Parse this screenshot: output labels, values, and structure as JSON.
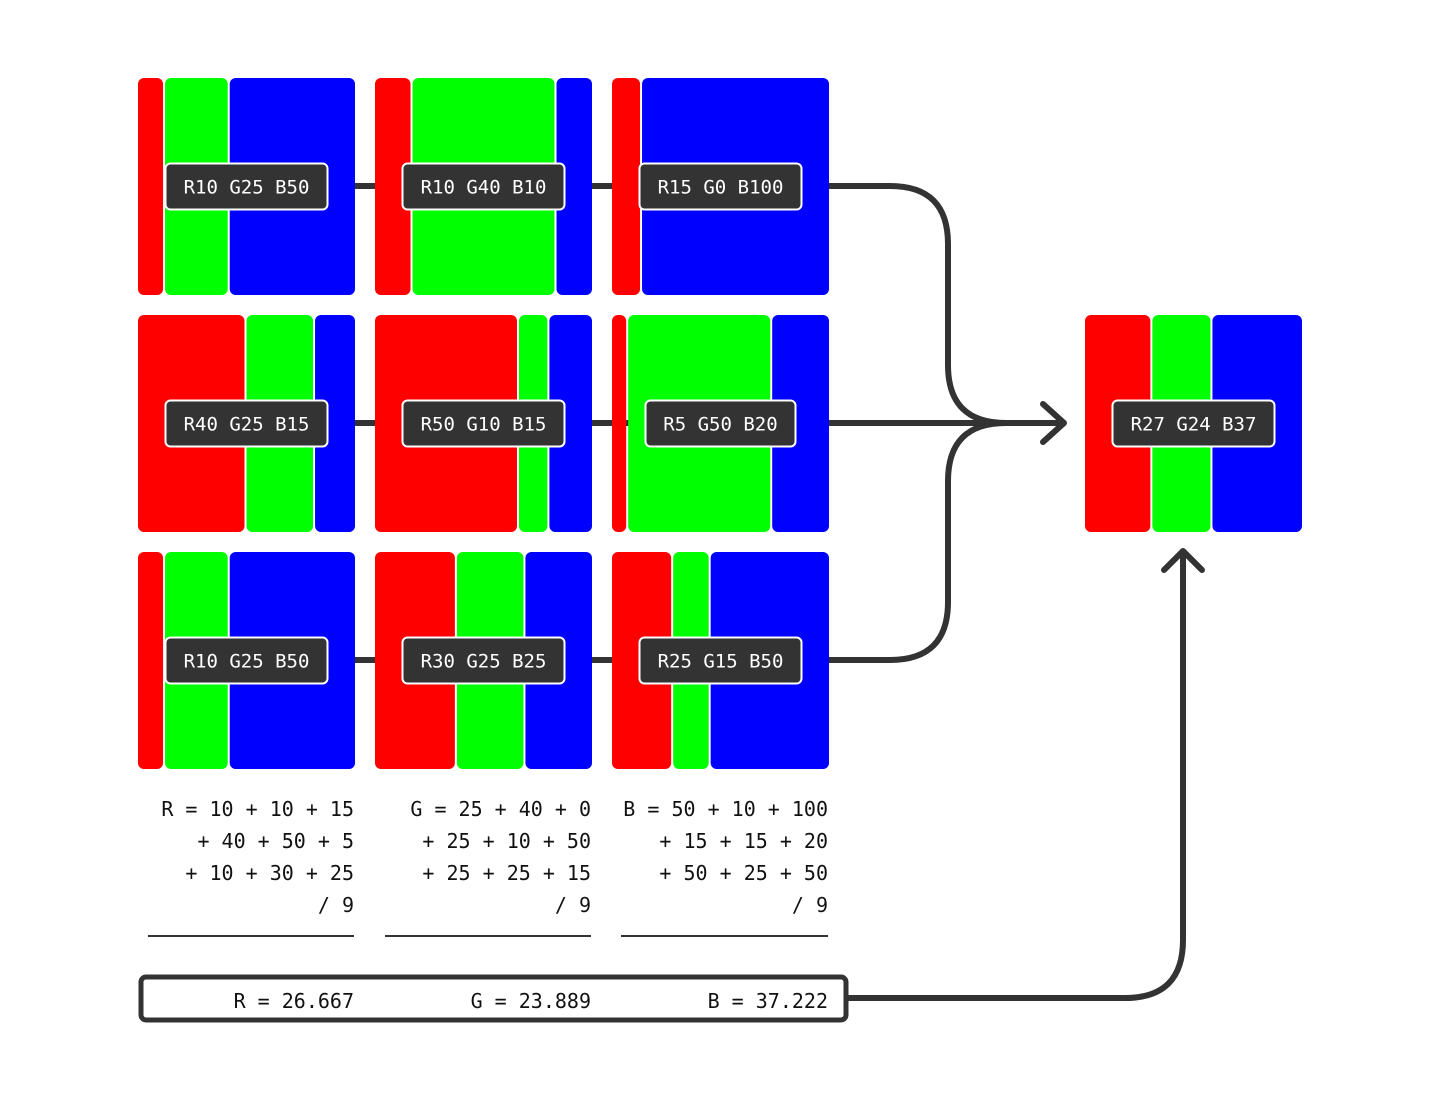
{
  "colors": {
    "red": "#ff0000",
    "green": "#00ff00",
    "blue": "#0000ff",
    "line": "#333333",
    "label_bg": "#333333",
    "label_text": "#ffffff",
    "text": "#111111"
  },
  "swatches": [
    {
      "label": "R10 G25 B50",
      "r": 10,
      "g": 25,
      "b": 50
    },
    {
      "label": "R10 G40 B10",
      "r": 10,
      "g": 40,
      "b": 10
    },
    {
      "label": "R15 G0 B100",
      "r": 15,
      "g": 0,
      "b": 100
    },
    {
      "label": "R40 G25 B15",
      "r": 40,
      "g": 25,
      "b": 15
    },
    {
      "label": "R50 G10 B15",
      "r": 50,
      "g": 10,
      "b": 15
    },
    {
      "label": "R5 G50 B20",
      "r": 5,
      "g": 50,
      "b": 20
    },
    {
      "label": "R10 G25 B50",
      "r": 10,
      "g": 25,
      "b": 50
    },
    {
      "label": "R30 G25 B25",
      "r": 30,
      "g": 25,
      "b": 25
    },
    {
      "label": "R25 G15 B50",
      "r": 25,
      "g": 15,
      "b": 50
    }
  ],
  "result": {
    "label": "R27 G24 B37",
    "r": 27,
    "g": 24,
    "b": 37
  },
  "equations": [
    {
      "line1": "R = 10 + 10 + 15",
      "line2": "+ 40 + 50 + 5",
      "line3": "+ 10 + 30 + 25",
      "divisor": "/ 9"
    },
    {
      "line1": "G = 25 + 40 + 0",
      "line2": "+ 25 + 10 + 50",
      "line3": "+ 25 + 25 + 15",
      "divisor": "/ 9"
    },
    {
      "line1": "B = 50 + 10 + 100",
      "line2": "+ 15 + 15 + 20",
      "line3": "+ 50 + 25 + 50",
      "divisor": "/ 9"
    }
  ],
  "averages": [
    "R = 26.667",
    "G = 23.889",
    "B = 37.222"
  ]
}
